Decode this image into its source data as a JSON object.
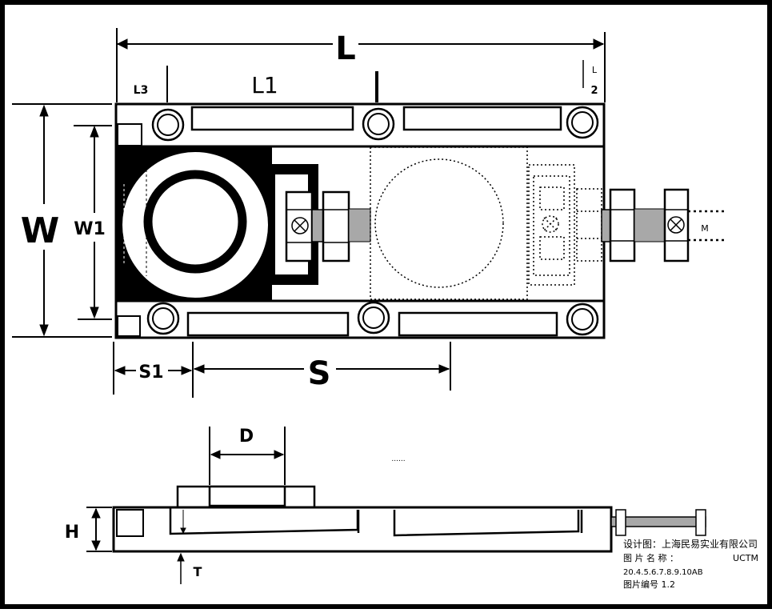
{
  "labels": {
    "L": "L",
    "L1": "L1",
    "L2_top": "L",
    "L2_bottom": "2",
    "L3": "L3",
    "W": "W",
    "W1": "W1",
    "S1": "S1",
    "S": "S",
    "M": "M",
    "D": "D",
    "H": "H",
    "T": "T",
    "dots": "......"
  },
  "caption": {
    "designer": "设计图：上海民易实业有限公司",
    "name_label": "图  片  名  称  ：",
    "name_value": "UCTM",
    "models": "20.4.5.6.7.8.9.10AB",
    "number": "图片编号 1.2"
  },
  "colors": {
    "ink": "#000000",
    "rod": "#a8a8a8",
    "paper": "#ffffff"
  }
}
